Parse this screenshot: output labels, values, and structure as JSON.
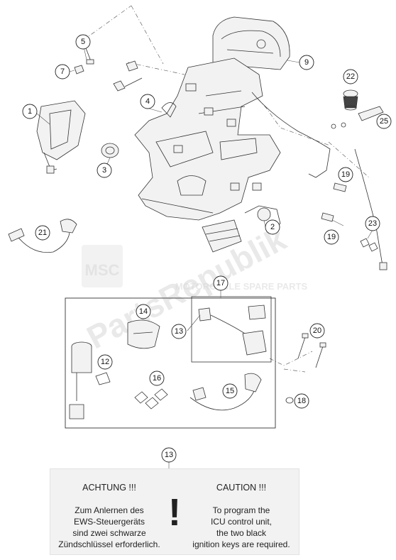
{
  "callouts": [
    {
      "id": "c1",
      "label": "1"
    },
    {
      "id": "c2",
      "label": "2"
    },
    {
      "id": "c3",
      "label": "3"
    },
    {
      "id": "c4",
      "label": "4"
    },
    {
      "id": "c5",
      "label": "5"
    },
    {
      "id": "c7",
      "label": "7"
    },
    {
      "id": "c9",
      "label": "9"
    },
    {
      "id": "c12",
      "label": "12"
    },
    {
      "id": "c13a",
      "label": "13"
    },
    {
      "id": "c13b",
      "label": "13"
    },
    {
      "id": "c14",
      "label": "14"
    },
    {
      "id": "c15",
      "label": "15"
    },
    {
      "id": "c16",
      "label": "16"
    },
    {
      "id": "c17",
      "label": "17"
    },
    {
      "id": "c18",
      "label": "18"
    },
    {
      "id": "c19a",
      "label": "19"
    },
    {
      "id": "c19b",
      "label": "19"
    },
    {
      "id": "c20",
      "label": "20"
    },
    {
      "id": "c21",
      "label": "21"
    },
    {
      "id": "c22",
      "label": "22"
    },
    {
      "id": "c23",
      "label": "23"
    },
    {
      "id": "c25",
      "label": "25"
    }
  ],
  "watermark": {
    "brand": "PartsRepublik",
    "logo": "MSC",
    "tagline": "MOTORCYCLE SPARE PARTS"
  },
  "notice": {
    "german": {
      "heading": "ACHTUNG !!!",
      "lines": [
        "Zum Anlernen des",
        "EWS-Steuergeräts",
        "sind zwei schwarze",
        "Zündschlüssel erforderlich."
      ]
    },
    "symbol": "!",
    "english": {
      "heading": "CAUTION !!!",
      "lines": [
        "To program the",
        "ICU control unit,",
        "the two black",
        "ignition keys are required."
      ]
    }
  },
  "colors": {
    "line": "#333333",
    "notice_bg": "#f2f2f2",
    "watermark": "#d8d8d8"
  }
}
